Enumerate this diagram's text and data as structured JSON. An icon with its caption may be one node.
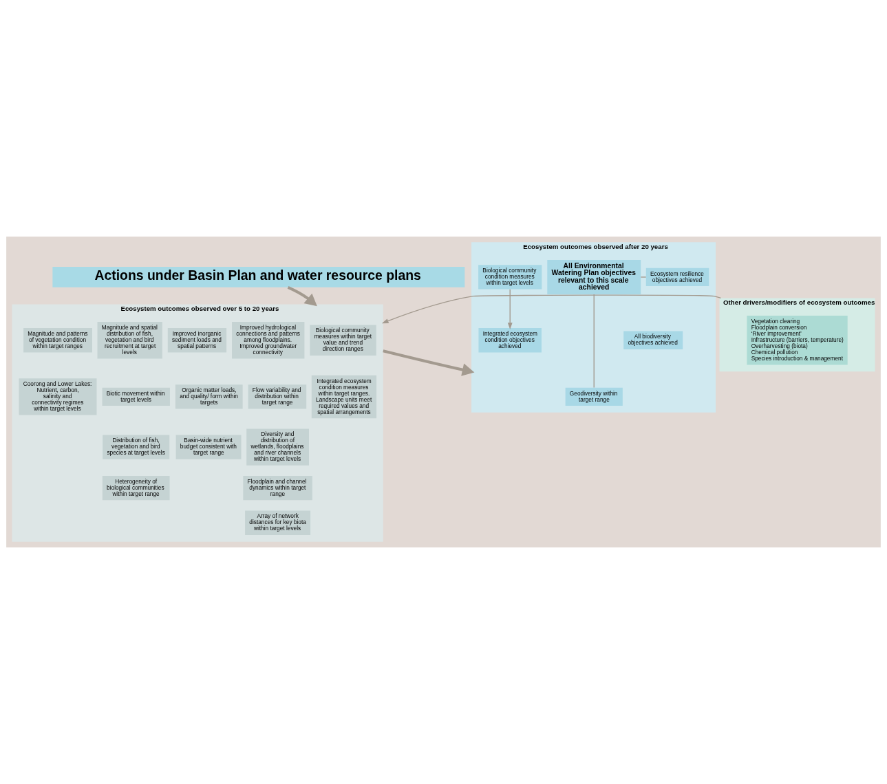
{
  "diagram": {
    "nodes": [
      {
        "text": [
          "Actions under Basin Plan and water resource plans"
        ]
      },
      {
        "text": [
          "Ecosystem outcomes observed over 5 to 20 years"
        ]
      },
      {
        "text": [
          "Improved hydrological connections and patterns among floodplains. Improved groundwater connectivity"
        ],
        "in": 1
      },
      {
        "text": [
          "Flow variability and distribution within target range"
        ],
        "in": 1
      },
      {
        "text": [
          "Diversity and distribution of wetlands, floodplains and river channels within target levels"
        ],
        "in": 1
      },
      {
        "text": [
          "Floodplain and channel dynamics within target range"
        ],
        "in": 1
      },
      {
        "text": [
          "Array of network distances for key biota within target levels"
        ],
        "in": 1
      },
      {
        "text": [
          "Improved inorganic sediment loads and spatial patterns"
        ],
        "in": 1
      },
      {
        "text": [
          "Organic matter loads, and quality/ form within targets"
        ],
        "in": 1
      },
      {
        "text": [
          "Basin-wide nutrient budget consistent with target range"
        ],
        "in": 1
      },
      {
        "text": [
          "Biological community measures within target value and trend direction ranges"
        ],
        "in": 1
      },
      {
        "text": [
          "Integrated ecosystem condition measures within target ranges. Landscape units meet required values and spatial arrangements"
        ],
        "in": 1
      },
      {
        "text": [
          "Magnitude and spatial distribution of fish, vegetation and bird recruitment at target levels"
        ],
        "in": 1
      },
      {
        "text": [
          "Biotic movement within target levels"
        ],
        "in": 1
      },
      {
        "text": [
          "Distribution of fish, vegetation and bird species at target levels"
        ],
        "in": 1
      },
      {
        "text": [
          "Heterogeneity of biological communities within target range"
        ],
        "in": 1
      },
      {
        "text": [
          "Magnitude and patterns of vegetation condition within target ranges"
        ],
        "in": 1
      },
      {
        "text": [
          "Coorong and Lower Lakes: Nutrient, carbon, salinity and connectivity regimes within target levels"
        ],
        "in": 1
      },
      {
        "text": [
          "Other drivers/modifiers of ecosystem outcomes"
        ]
      },
      {
        "text": [
          "Vegetation clearing",
          "Floodplain conversion",
          "‘River improvement’",
          "Infrastructure (barriers, temperature)",
          "Overharvesting (biota)",
          "Chemical pollution",
          "Species introduction & management"
        ],
        "in": 18
      },
      {
        "text": [
          "Ecosystem outcomes observed after 20 years"
        ]
      },
      {
        "text": [
          "All Environmental Watering Plan objectives relevant to this scale achieved"
        ],
        "in": 20
      },
      {
        "text": [
          "Ecosystem resilience objectives achieved"
        ],
        "in": 20
      },
      {
        "text": [
          "All biodiversity objectives achieved"
        ],
        "in": 20
      },
      {
        "text": [
          "Geodiversity within target range"
        ],
        "in": 20
      },
      {
        "text": [
          "Biological community condition measures within target levels"
        ],
        "in": 20
      },
      {
        "text": [
          "Integrated ecosystem condition objectives achieved"
        ],
        "in": 20
      }
    ],
    "edges": [
      {
        "from": 0,
        "to": 1,
        "arrow": "to",
        "style": "thick"
      },
      {
        "from": 1,
        "to": 20,
        "arrow": "to",
        "style": "thick"
      },
      {
        "from": 18,
        "to": 1,
        "arrow": "to"
      },
      {
        "from": 21,
        "to": 22,
        "arrow": "none"
      },
      {
        "from": 21,
        "to": 24,
        "arrow": "none"
      },
      {
        "from": 25,
        "to": 26,
        "arrow": "to"
      }
    ]
  }
}
